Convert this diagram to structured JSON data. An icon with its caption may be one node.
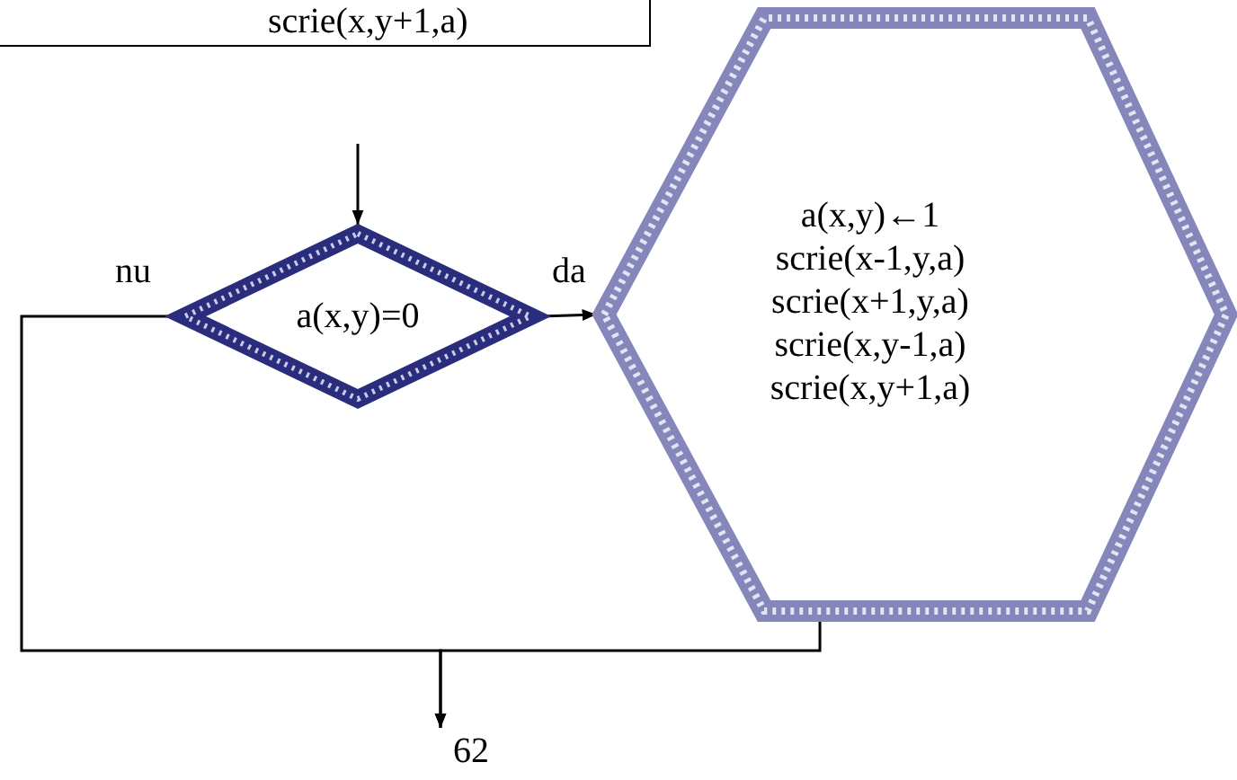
{
  "diagram": {
    "nodes": [
      {
        "text": [
          "scrie(x,y+1,a)"
        ]
      },
      {
        "text": [
          "a(x,y)=0"
        ]
      },
      {
        "text": [
          "a(x,y)←1",
          "scrie(x-1,y,a)",
          "scrie(x+1,y,a)",
          "scrie(x,y-1,a)",
          "scrie(x,y+1,a)"
        ]
      },
      {
        "text": [
          "62"
        ]
      }
    ],
    "edges": [
      {
        "from": null,
        "to": 1,
        "arrow": "to"
      },
      {
        "from": 1,
        "to": 2,
        "arrow": "to",
        "label": "da"
      },
      {
        "from": 1,
        "to": 3,
        "arrow": "to",
        "label": "nu"
      },
      {
        "from": 2,
        "to": 3,
        "arrow": "to"
      }
    ]
  }
}
